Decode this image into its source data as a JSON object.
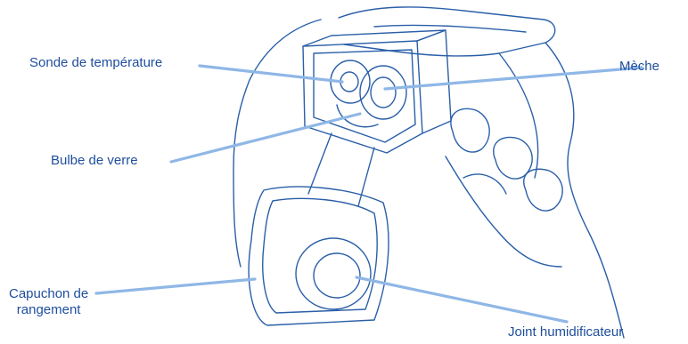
{
  "colors": {
    "label_text": "#1f4e9c",
    "arrow": "#8fb7e6",
    "drawing_line": "#2a5fa8",
    "background": "#ffffff"
  },
  "labels": {
    "sonde": "Sonde de température",
    "meche": "Mèche",
    "bulbe": "Bulbe  de verre",
    "capuchon": "Capuchon de\nrangement",
    "joint": "Joint humidificateur"
  }
}
